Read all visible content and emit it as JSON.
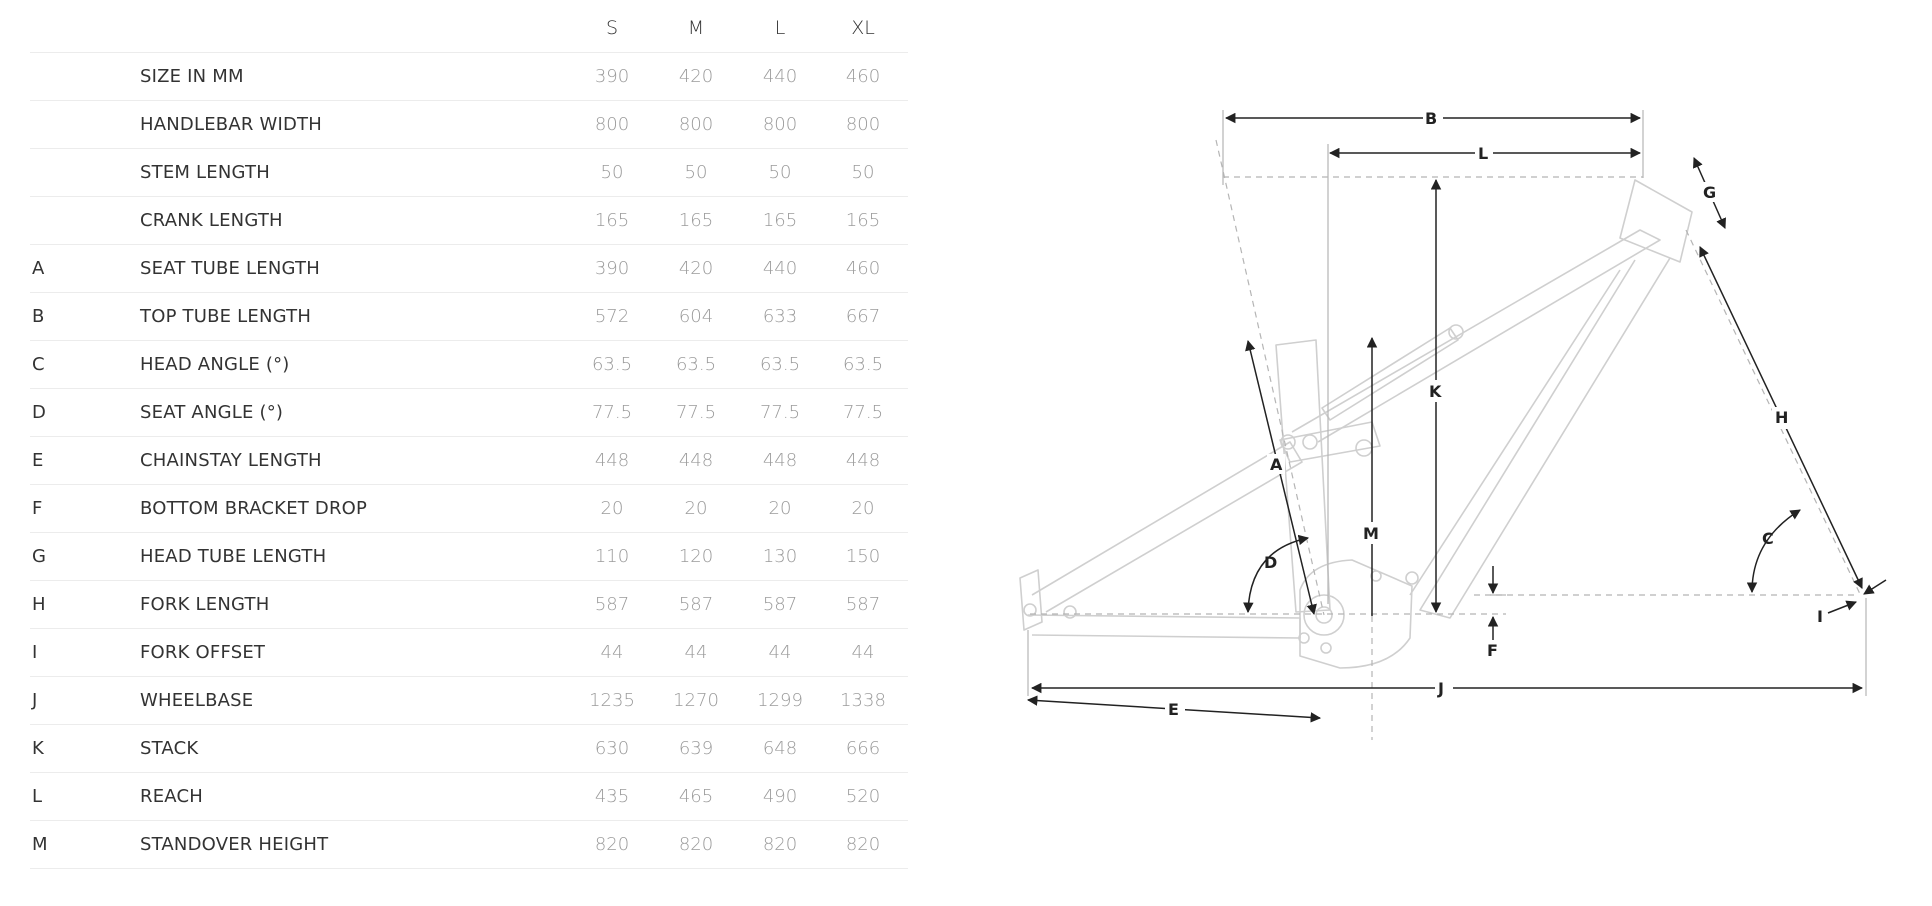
{
  "table": {
    "sizes": [
      "S",
      "M",
      "L",
      "XL"
    ],
    "rows": [
      {
        "letter": "",
        "label": "SIZE IN MM",
        "values": [
          "390",
          "420",
          "440",
          "460"
        ]
      },
      {
        "letter": "",
        "label": "HANDLEBAR WIDTH",
        "values": [
          "800",
          "800",
          "800",
          "800"
        ]
      },
      {
        "letter": "",
        "label": "STEM LENGTH",
        "values": [
          "50",
          "50",
          "50",
          "50"
        ]
      },
      {
        "letter": "",
        "label": "CRANK LENGTH",
        "values": [
          "165",
          "165",
          "165",
          "165"
        ]
      },
      {
        "letter": "A",
        "label": "SEAT TUBE LENGTH",
        "values": [
          "390",
          "420",
          "440",
          "460"
        ]
      },
      {
        "letter": "B",
        "label": "TOP TUBE LENGTH",
        "values": [
          "572",
          "604",
          "633",
          "667"
        ]
      },
      {
        "letter": "C",
        "label": "HEAD ANGLE (°)",
        "values": [
          "63.5",
          "63.5",
          "63.5",
          "63.5"
        ]
      },
      {
        "letter": "D",
        "label": "SEAT ANGLE (°)",
        "values": [
          "77.5",
          "77.5",
          "77.5",
          "77.5"
        ]
      },
      {
        "letter": "E",
        "label": "CHAINSTAY LENGTH",
        "values": [
          "448",
          "448",
          "448",
          "448"
        ]
      },
      {
        "letter": "F",
        "label": "BOTTOM BRACKET DROP",
        "values": [
          "20",
          "20",
          "20",
          "20"
        ]
      },
      {
        "letter": "G",
        "label": "HEAD TUBE LENGTH",
        "values": [
          "110",
          "120",
          "130",
          "150"
        ]
      },
      {
        "letter": "H",
        "label": "FORK LENGTH",
        "values": [
          "587",
          "587",
          "587",
          "587"
        ]
      },
      {
        "letter": "I",
        "label": "FORK OFFSET",
        "values": [
          "44",
          "44",
          "44",
          "44"
        ]
      },
      {
        "letter": "J",
        "label": "WHEELBASE",
        "values": [
          "1235",
          "1270",
          "1299",
          "1338"
        ]
      },
      {
        "letter": "K",
        "label": "STACK",
        "values": [
          "630",
          "639",
          "648",
          "666"
        ]
      },
      {
        "letter": "L",
        "label": "REACH",
        "values": [
          "435",
          "465",
          "490",
          "520"
        ]
      },
      {
        "letter": "M",
        "label": "STANDOVER HEIGHT",
        "values": [
          "820",
          "820",
          "820",
          "820"
        ]
      }
    ]
  },
  "diagram": {
    "labels": {
      "A": "A",
      "B": "B",
      "C": "C",
      "D": "D",
      "E": "E",
      "F": "F",
      "G": "G",
      "H": "H",
      "I": "I",
      "J": "J",
      "K": "K",
      "L": "L",
      "M": "M"
    },
    "colors": {
      "frame_outline": "#cfcfcf",
      "dimension_line": "#222222",
      "guide_line": "#b5b5b5"
    }
  }
}
